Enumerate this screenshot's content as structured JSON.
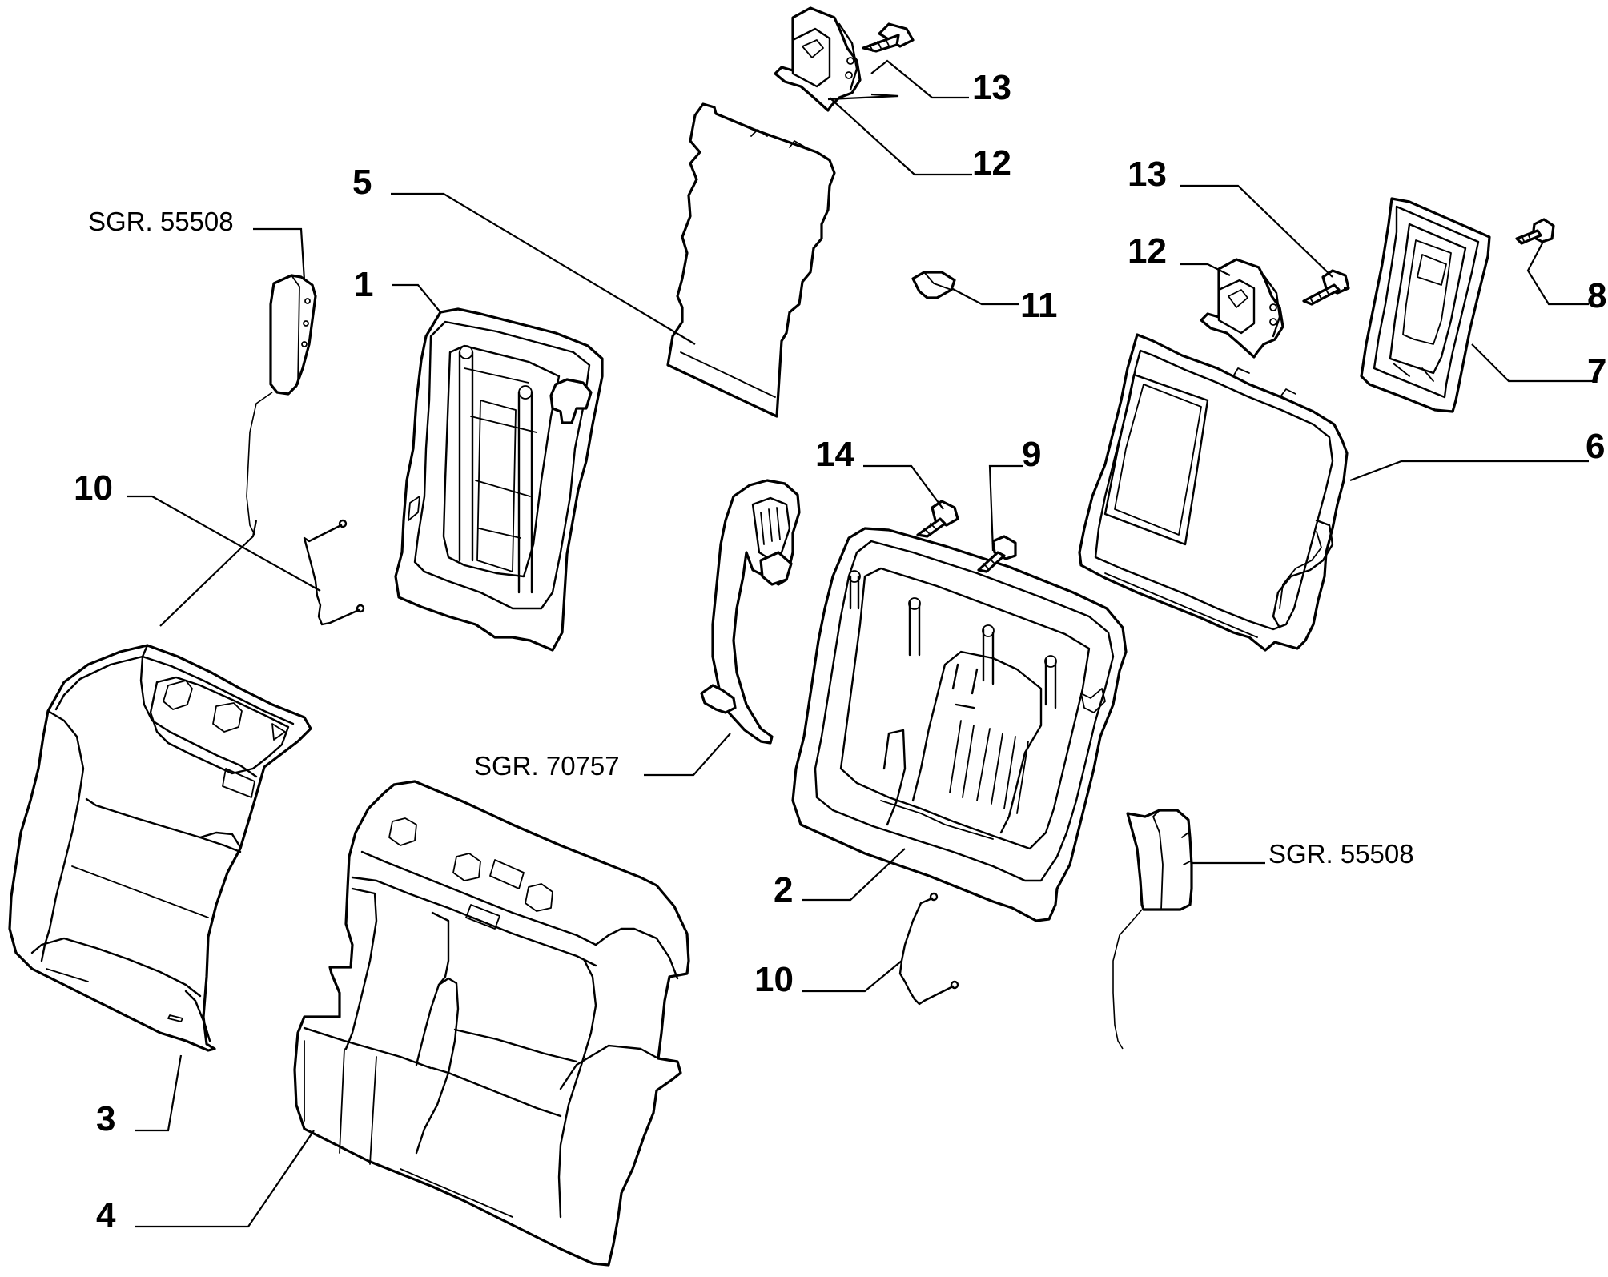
{
  "callouts": [
    {
      "id": "c1",
      "text": "1"
    },
    {
      "id": "c2",
      "text": "2"
    },
    {
      "id": "c3",
      "text": "3"
    },
    {
      "id": "c4",
      "text": "4"
    },
    {
      "id": "c5",
      "text": "5"
    },
    {
      "id": "c6",
      "text": "6"
    },
    {
      "id": "c7",
      "text": "7"
    },
    {
      "id": "c8",
      "text": "8"
    },
    {
      "id": "c9",
      "text": "9"
    },
    {
      "id": "c10a",
      "text": "10"
    },
    {
      "id": "c10b",
      "text": "10"
    },
    {
      "id": "c11",
      "text": "11"
    },
    {
      "id": "c12a",
      "text": "12"
    },
    {
      "id": "c12b",
      "text": "12"
    },
    {
      "id": "c13a",
      "text": "13"
    },
    {
      "id": "c13b",
      "text": "13"
    },
    {
      "id": "c14",
      "text": "14"
    }
  ],
  "references": [
    {
      "id": "r1",
      "text": "SGR. 55508"
    },
    {
      "id": "r2",
      "text": "SGR. 70757"
    },
    {
      "id": "r3",
      "text": "SGR. 55508"
    }
  ]
}
